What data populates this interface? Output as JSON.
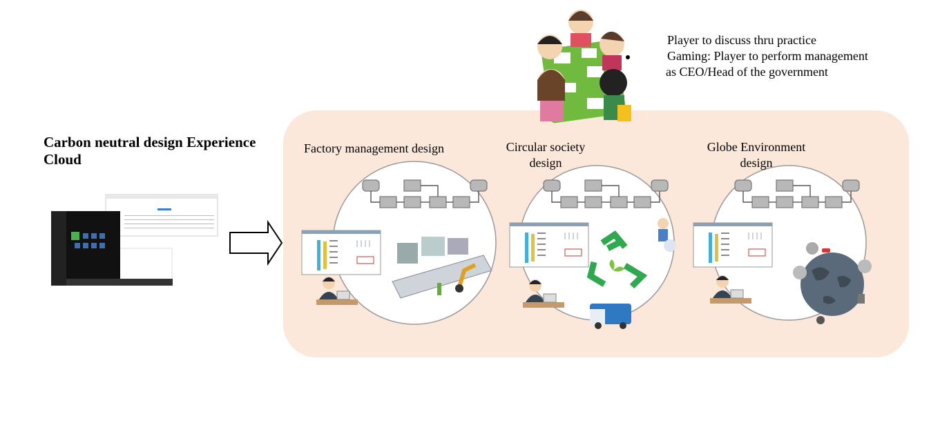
{
  "title": "Carbon neutral design Experience Cloud",
  "notes": {
    "line1": "Player to discuss thru practice",
    "line2": "Gaming: Player to perform management",
    "line3": "as CEO/Head of the government"
  },
  "sections": [
    {
      "label": "Factory management design",
      "icon": "factory-robot-arm-icon"
    },
    {
      "label_line1": "Circular society",
      "label_line2": "design",
      "icon": "recycle-icon"
    },
    {
      "label_line1": "Globe Environment",
      "label_line2": "design",
      "icon": "polluted-globe-icon"
    }
  ],
  "colors": {
    "panel": "#fbe8db",
    "flow_box": "#b8b8b8",
    "recycle": "#2fa84f",
    "table": "#6fba3f"
  }
}
